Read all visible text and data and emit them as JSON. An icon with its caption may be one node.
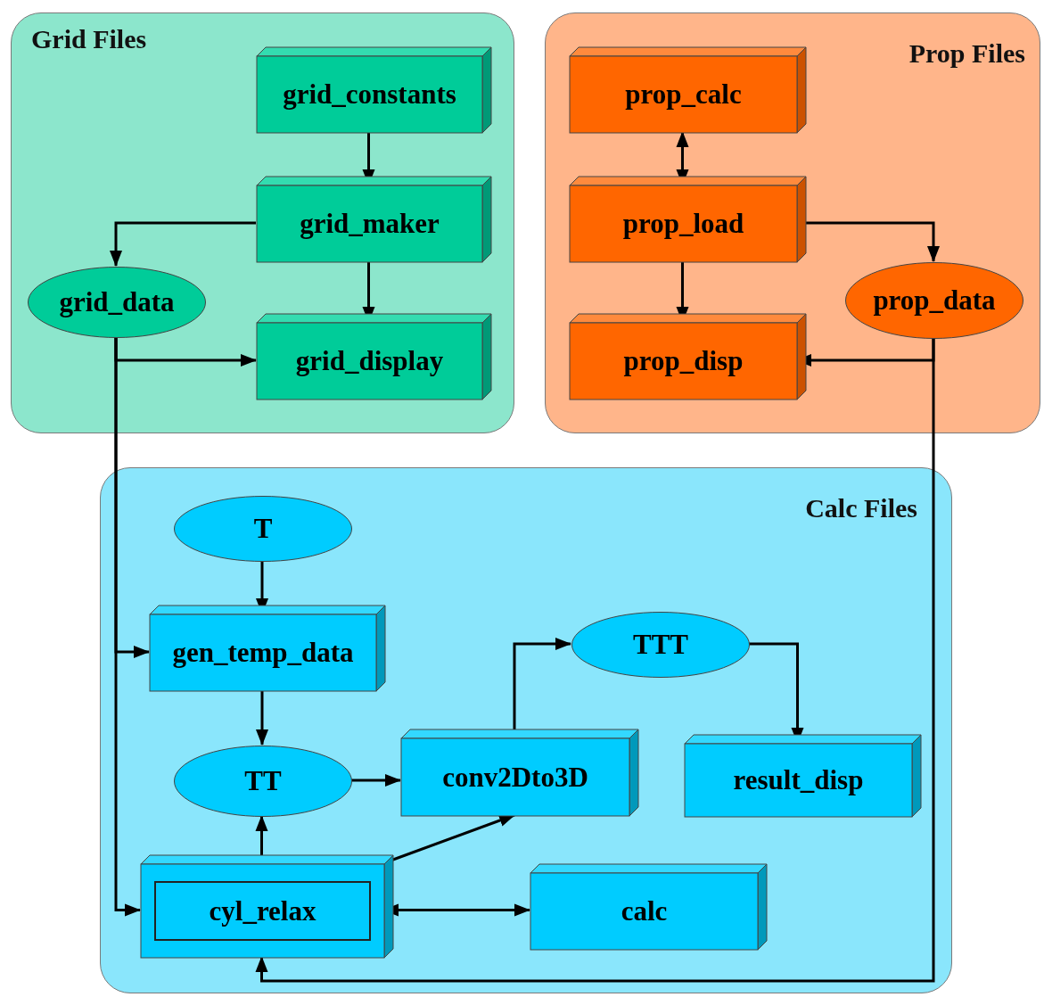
{
  "diagram": {
    "nodes": [
      {
        "text": [
          "Grid Files"
        ]
      },
      {
        "text": [
          "grid_constants"
        ],
        "in": 0
      },
      {
        "text": [
          "grid_maker"
        ],
        "in": 0
      },
      {
        "text": [
          "grid_data"
        ],
        "in": 0
      },
      {
        "text": [
          "grid_display"
        ],
        "in": 0
      },
      {
        "text": [
          "Prop Files"
        ]
      },
      {
        "text": [
          "prop_calc"
        ],
        "in": 5
      },
      {
        "text": [
          "prop_load"
        ],
        "in": 5
      },
      {
        "text": [
          "prop_data"
        ],
        "in": 5
      },
      {
        "text": [
          "prop_disp"
        ],
        "in": 5
      },
      {
        "text": [
          "Calc Files"
        ]
      },
      {
        "text": [
          "T"
        ],
        "in": 10
      },
      {
        "text": [
          "gen_temp_data"
        ],
        "in": 10
      },
      {
        "text": [
          "TTT"
        ],
        "in": 10
      },
      {
        "text": [
          "TT"
        ],
        "in": 10
      },
      {
        "text": [
          "conv2Dto3D"
        ],
        "in": 10
      },
      {
        "text": [
          "result_disp"
        ],
        "in": 10
      },
      {
        "text": [
          "cyl_relax"
        ],
        "in": 10
      },
      {
        "text": [
          "calc"
        ],
        "in": 10
      }
    ],
    "edges": [
      {
        "from": 1,
        "to": 2,
        "arrow": "to"
      },
      {
        "from": 2,
        "to": 3,
        "arrow": "to"
      },
      {
        "from": 2,
        "to": 4,
        "arrow": "to"
      },
      {
        "from": 3,
        "to": 4,
        "arrow": "to"
      },
      {
        "from": 3,
        "to": 12,
        "arrow": "to"
      },
      {
        "from": 3,
        "to": 17,
        "arrow": "to"
      },
      {
        "from": 6,
        "to": 7,
        "arrow": "both"
      },
      {
        "from": 7,
        "to": 8,
        "arrow": "to"
      },
      {
        "from": 7,
        "to": 9,
        "arrow": "to"
      },
      {
        "from": 8,
        "to": 9,
        "arrow": "to"
      },
      {
        "from": 8,
        "to": 17,
        "arrow": "to"
      },
      {
        "from": 11,
        "to": 12,
        "arrow": "to"
      },
      {
        "from": 12,
        "to": 14,
        "arrow": "to"
      },
      {
        "from": 17,
        "to": 14,
        "arrow": "to"
      },
      {
        "from": 14,
        "to": 15,
        "arrow": "to"
      },
      {
        "from": 17,
        "to": 15,
        "arrow": "to"
      },
      {
        "from": 15,
        "to": 13,
        "arrow": "to"
      },
      {
        "from": 13,
        "to": 16,
        "arrow": "to"
      },
      {
        "from": 17,
        "to": 18,
        "arrow": "both"
      }
    ]
  }
}
